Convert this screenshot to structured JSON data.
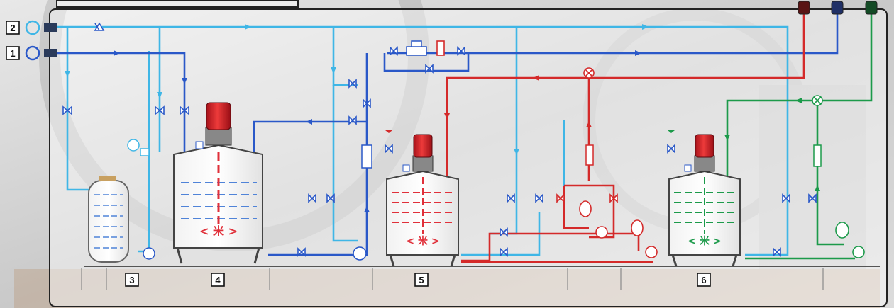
{
  "diagram": {
    "inputs": [
      {
        "number": "2",
        "line": "water-cold",
        "color": "#3fb6e6"
      },
      {
        "number": "1",
        "line": "water-hot",
        "color": "#2a58c8"
      }
    ],
    "tanks": [
      {
        "number": "3",
        "type": "water-storage"
      },
      {
        "number": "4",
        "type": "mixing-tank"
      },
      {
        "number": "5",
        "type": "mixing-tank"
      },
      {
        "number": "6",
        "type": "mixing-tank"
      }
    ],
    "outlets": [
      {
        "color": "#d42a2a"
      },
      {
        "color": "#2a58c8"
      },
      {
        "color": "#1c9a4a"
      }
    ],
    "mixer_symbol": "< 米 >",
    "colors": {
      "light_blue": "#3fb6e6",
      "dark_blue": "#2a58c8",
      "red": "#d42a2a",
      "green": "#1c9a4a",
      "frame": "#222222",
      "motor": "#d0202a"
    }
  }
}
